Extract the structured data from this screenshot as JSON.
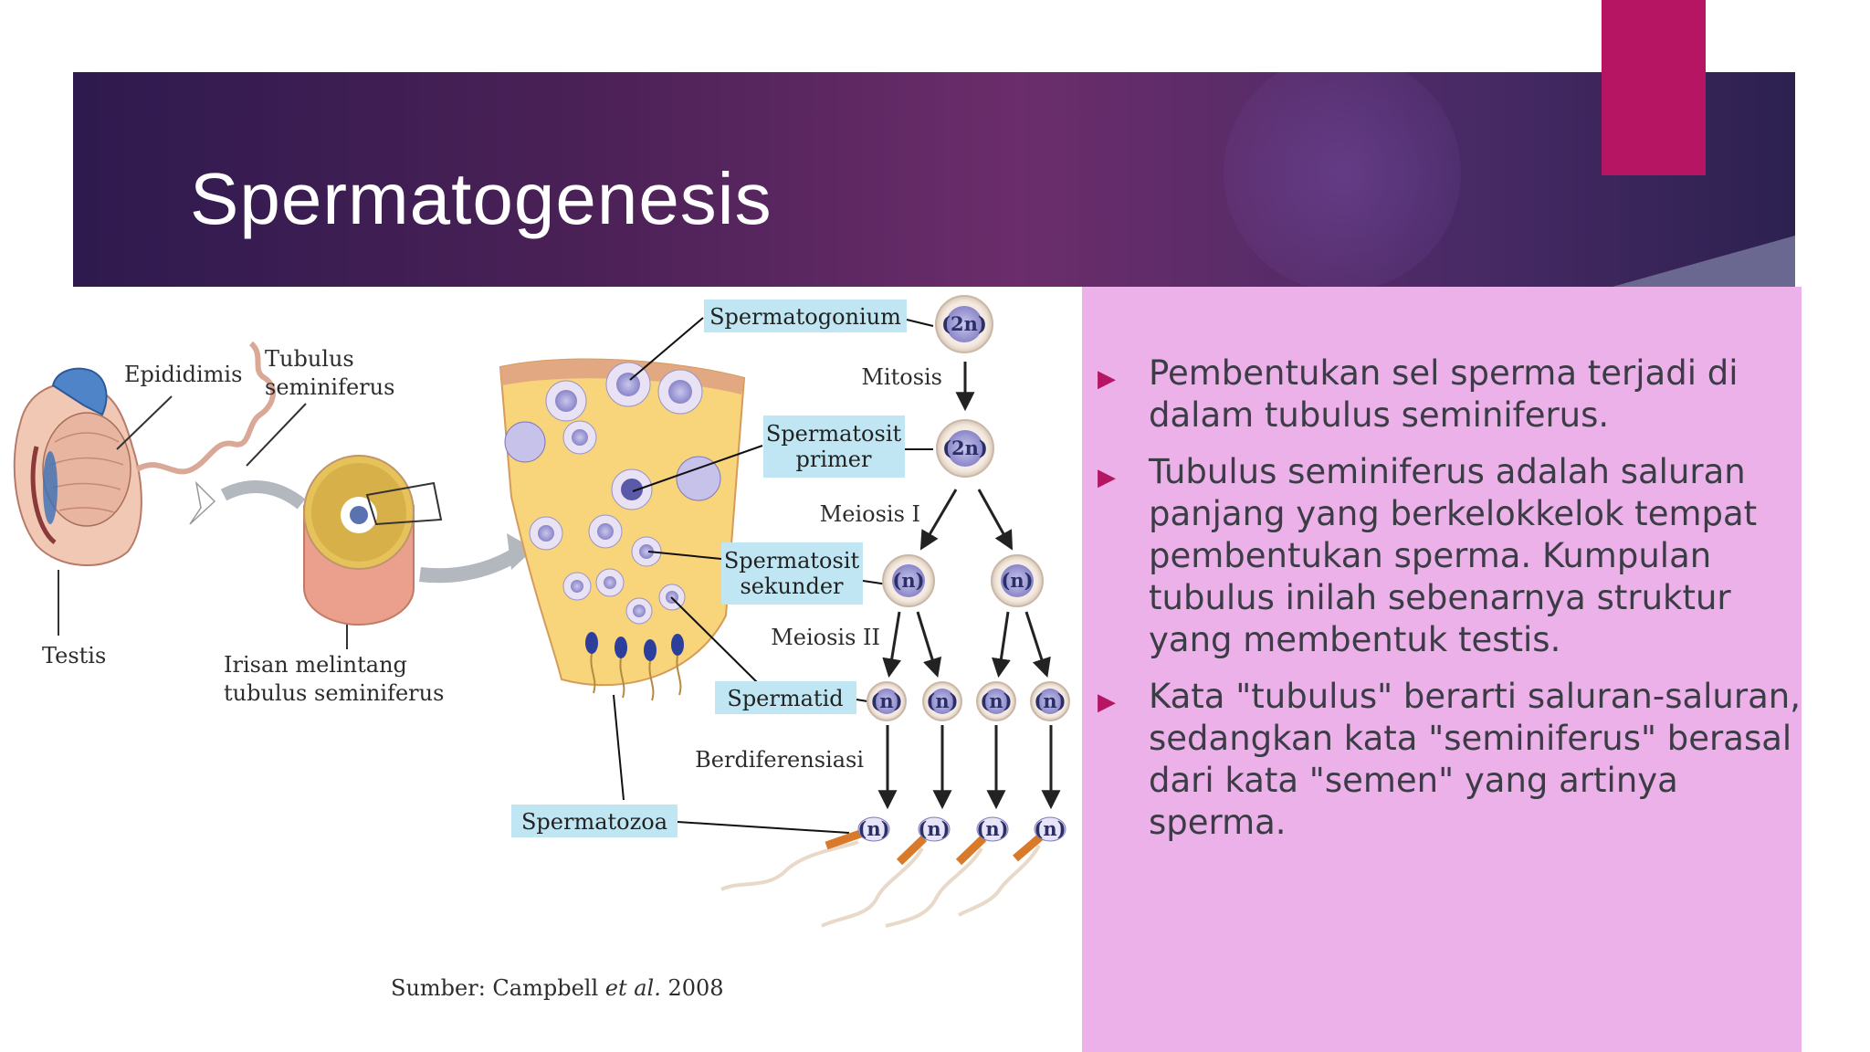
{
  "slide": {
    "title": "Spermatogenesis",
    "colors": {
      "banner_dark": "#2e1a4e",
      "banner_mid": "#6b2d6b",
      "accent": "#b51563",
      "text_panel": "#ebb1e8",
      "label_box": "#bfe6f2",
      "body_text": "#3c3c46"
    }
  },
  "bullets": [
    {
      "icon": "triangle-bullet-icon",
      "text": "Pembentukan sel sperma terjadi di dalam tubulus seminiferus."
    },
    {
      "icon": "triangle-bullet-icon",
      "text": "Tubulus seminiferus adalah saluran panjang yang berkelokkelok tempat pembentukan sperma. Kumpulan tubulus inilah sebenarnya struktur yang membentuk testis."
    },
    {
      "icon": "triangle-bullet-icon",
      "text": "Kata \"tubulus\" berarti saluran-saluran, sedangkan kata \"seminiferus\" berasal dari kata \"semen\" yang artinya sperma."
    }
  ],
  "diagram": {
    "anatomy_labels": {
      "epididimis": "Epididimis",
      "tubulus_line1": "Tubulus",
      "tubulus_line2": "seminiferus",
      "testis": "Testis",
      "irisan_line1": "Irisan melintang",
      "irisan_line2": "tubulus seminiferus"
    },
    "cell_labels": {
      "spermatogonium": "Spermatogonium",
      "spermatosit_primer_1": "Spermatosit",
      "spermatosit_primer_2": "primer",
      "spermatosit_sekunder_1": "Spermatosit",
      "spermatosit_sekunder_2": "sekunder",
      "spermatid": "Spermatid",
      "spermatozoa": "Spermatozoa"
    },
    "stage_labels": {
      "mitosis": "Mitosis",
      "meiosis1": "Meiosis I",
      "meiosis2": "Meiosis II",
      "berdiferensiasi": "Berdiferensiasi"
    },
    "ploidy": {
      "diploid": "(2n)",
      "haploid": "(n)"
    },
    "source_prefix": "Sumber: Campbell ",
    "source_italic": "et al.",
    "source_year": " 2008"
  }
}
